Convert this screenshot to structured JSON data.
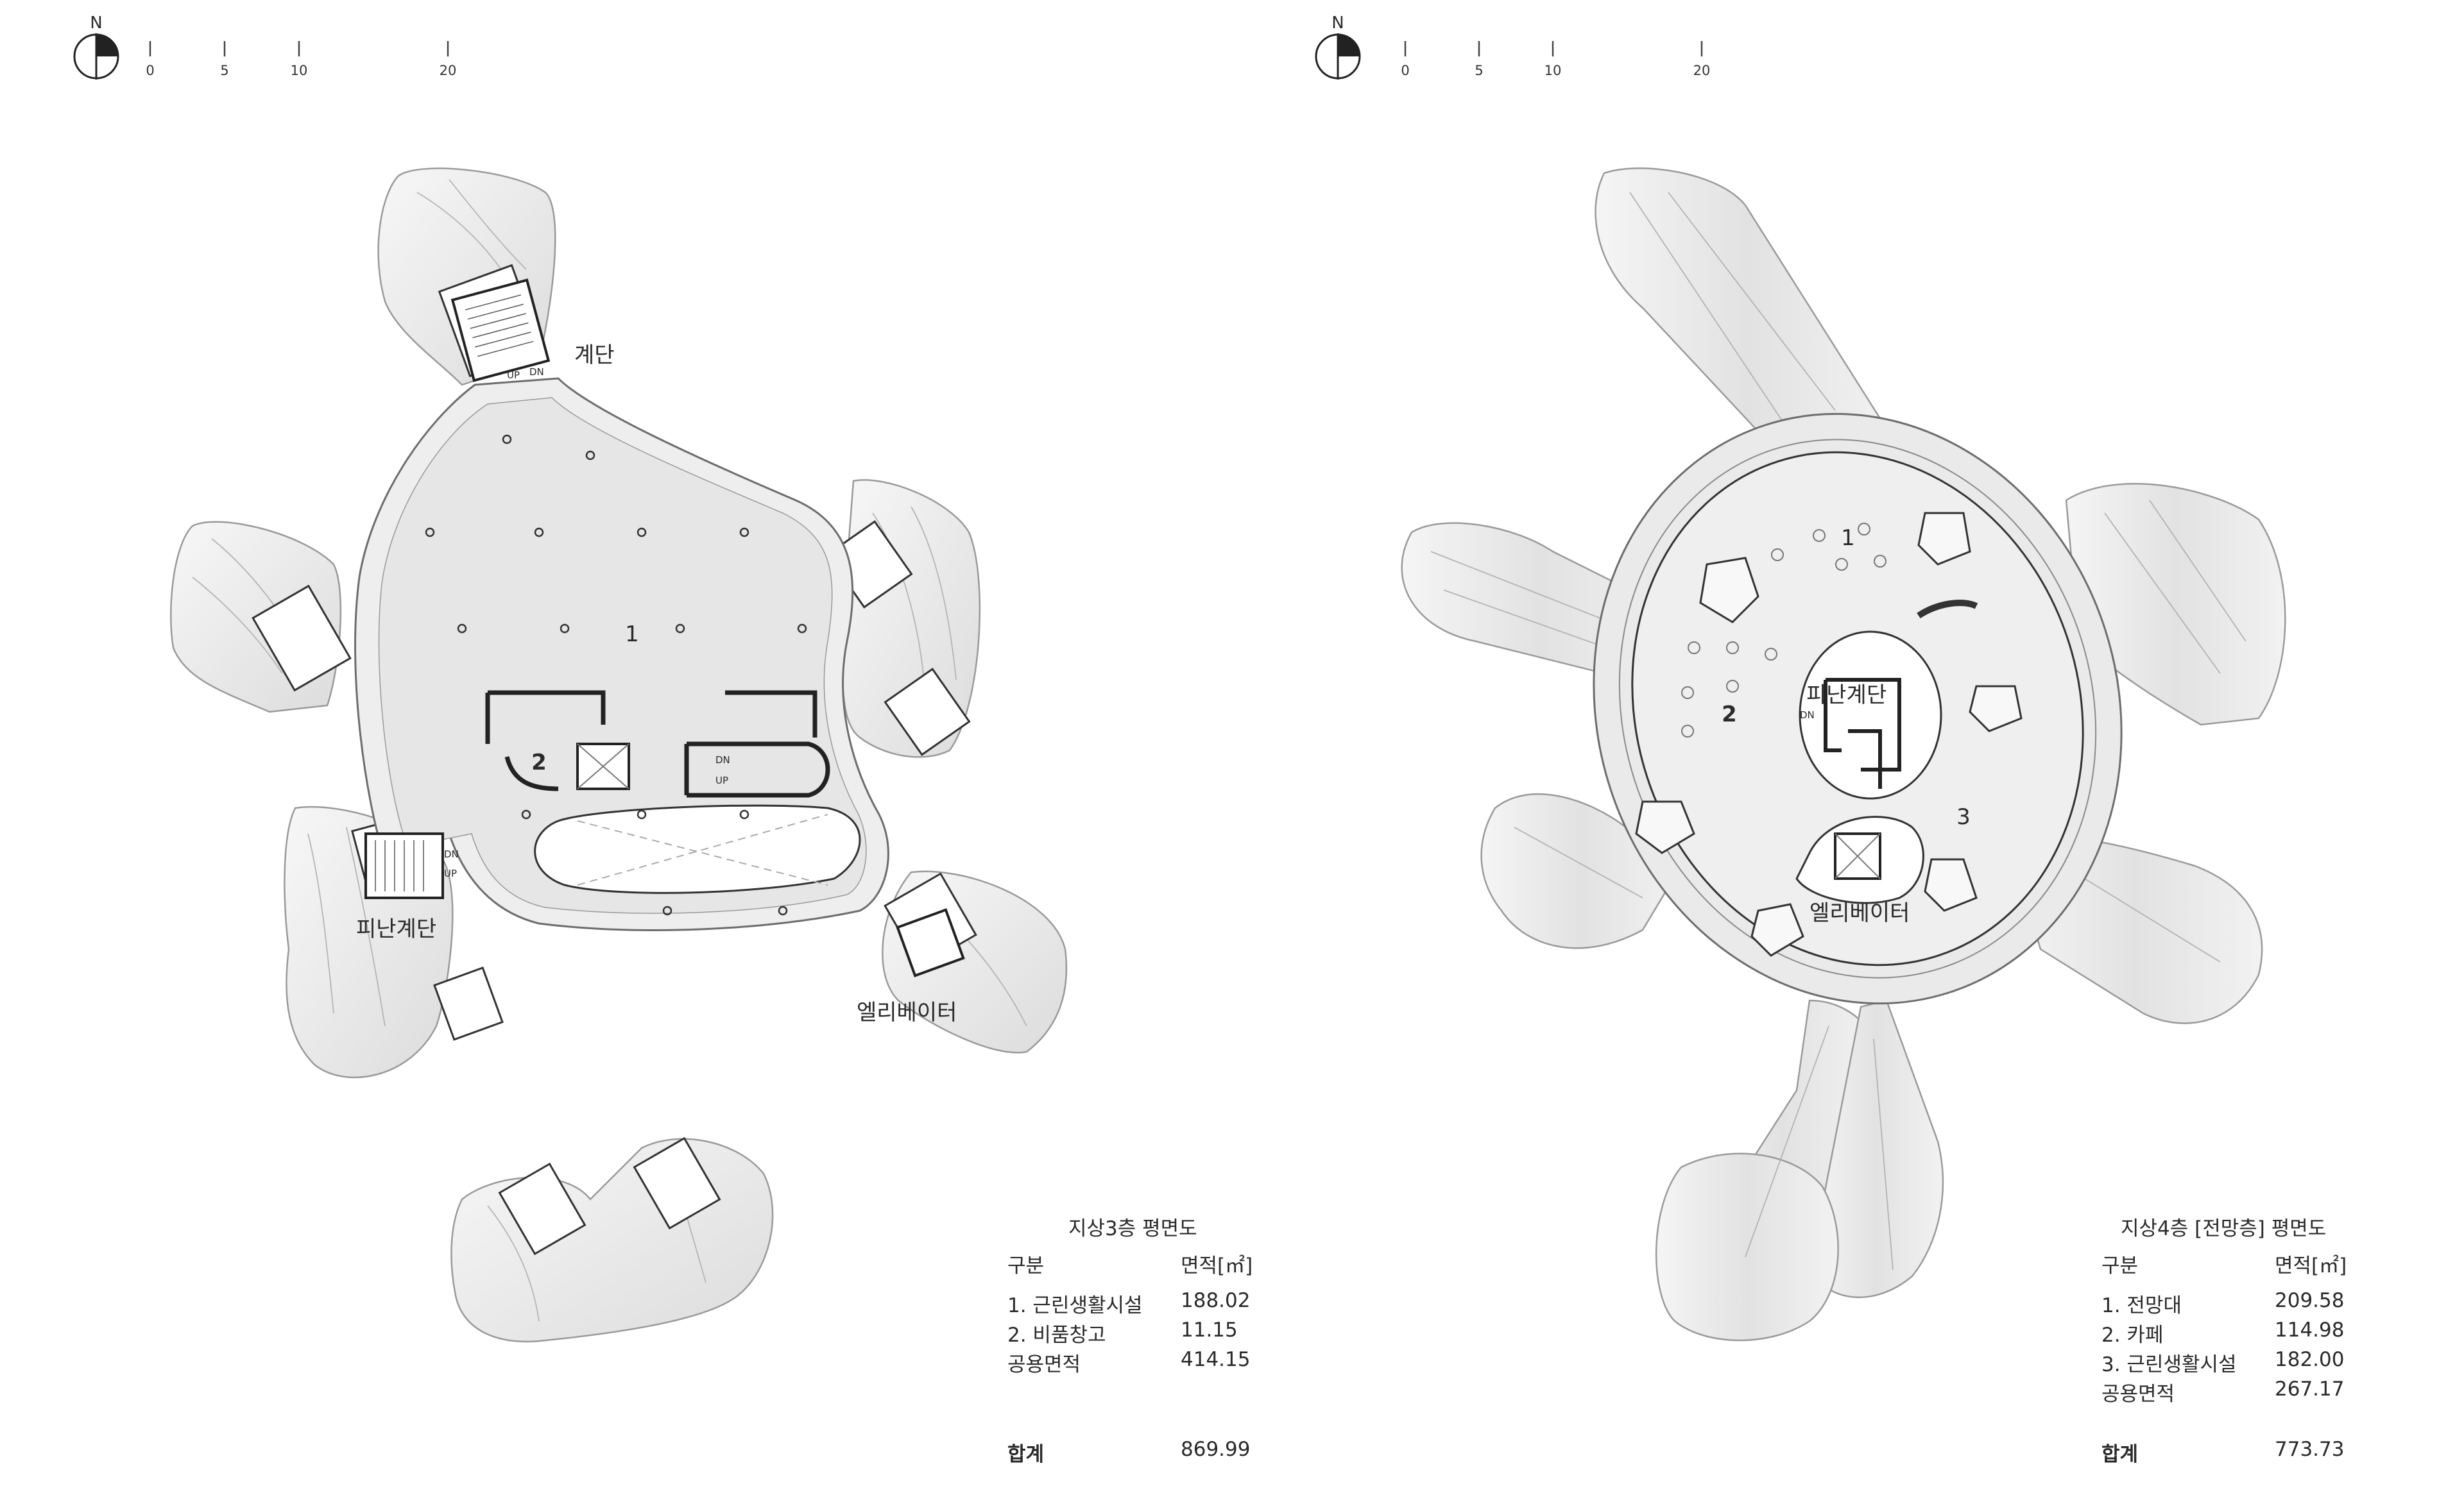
{
  "left_plan": {
    "compass_label": "N",
    "scale_ticks": [
      "0",
      "5",
      "10",
      "20"
    ],
    "room_labels": {
      "stairs": "계단",
      "room_1": "1",
      "room_2": "2",
      "evac_stairs": "피난계단",
      "elevator": "엘리베이터",
      "up": "UP",
      "dn": "DN"
    },
    "legend": {
      "title": "지상3층 평면도",
      "header_col1": "구분",
      "header_col2": "면적[㎡]",
      "rows": [
        {
          "name": "1. 근린생활시설",
          "value": "188.02"
        },
        {
          "name": "2. 비품창고",
          "value": "11.15"
        },
        {
          "name": "공용면적",
          "value": "414.15"
        }
      ],
      "total_label": "합계",
      "total_value": "869.99"
    }
  },
  "right_plan": {
    "compass_label": "N",
    "scale_ticks": [
      "0",
      "5",
      "10",
      "20"
    ],
    "room_labels": {
      "room_1": "1",
      "room_2": "2",
      "room_3": "3",
      "evac_stairs": "피난계단",
      "elevator": "엘리베이터",
      "dn": "DN"
    },
    "legend": {
      "title": "지상4층 [전망층] 평면도",
      "header_col1": "구분",
      "header_col2": "면적[㎡]",
      "rows": [
        {
          "name": "1. 전망대",
          "value": "209.58"
        },
        {
          "name": "2. 카페",
          "value": "114.98"
        },
        {
          "name": "3. 근린생활시설",
          "value": "182.00"
        },
        {
          "name": "공용면적",
          "value": "267.17"
        }
      ],
      "total_label": "합계",
      "total_value": "773.73"
    }
  }
}
